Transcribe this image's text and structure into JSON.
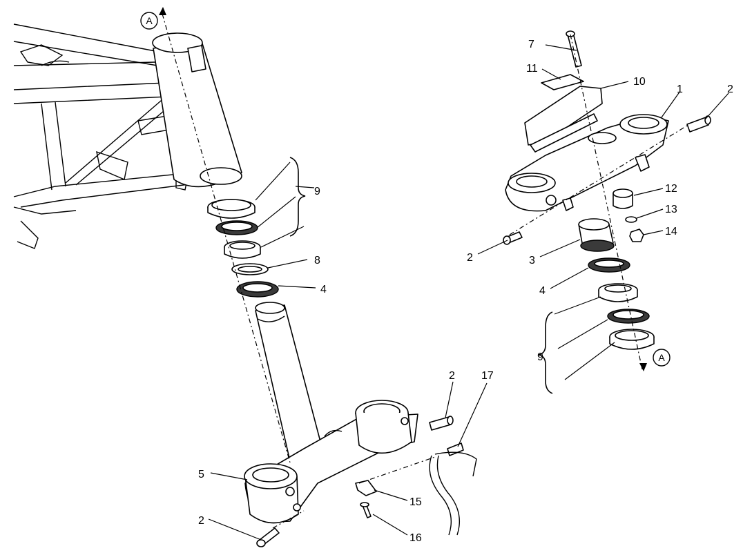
{
  "callouts": {
    "c1": "1",
    "c2_top_right": "2",
    "c2_mid_right": "2",
    "c2_bottom_right": "2",
    "c2_bottom_left": "2",
    "c3": "3",
    "c4_left": "4",
    "c4_right": "4",
    "c5": "5",
    "c7": "7",
    "c8": "8",
    "c9_left": "9",
    "c9_right": "9",
    "c10": "10",
    "c11": "11",
    "c12": "12",
    "c13": "13",
    "c14": "14",
    "c15": "15",
    "c16": "16",
    "c17": "17"
  },
  "references": {
    "ref_top": "A",
    "ref_bottom": "A"
  }
}
